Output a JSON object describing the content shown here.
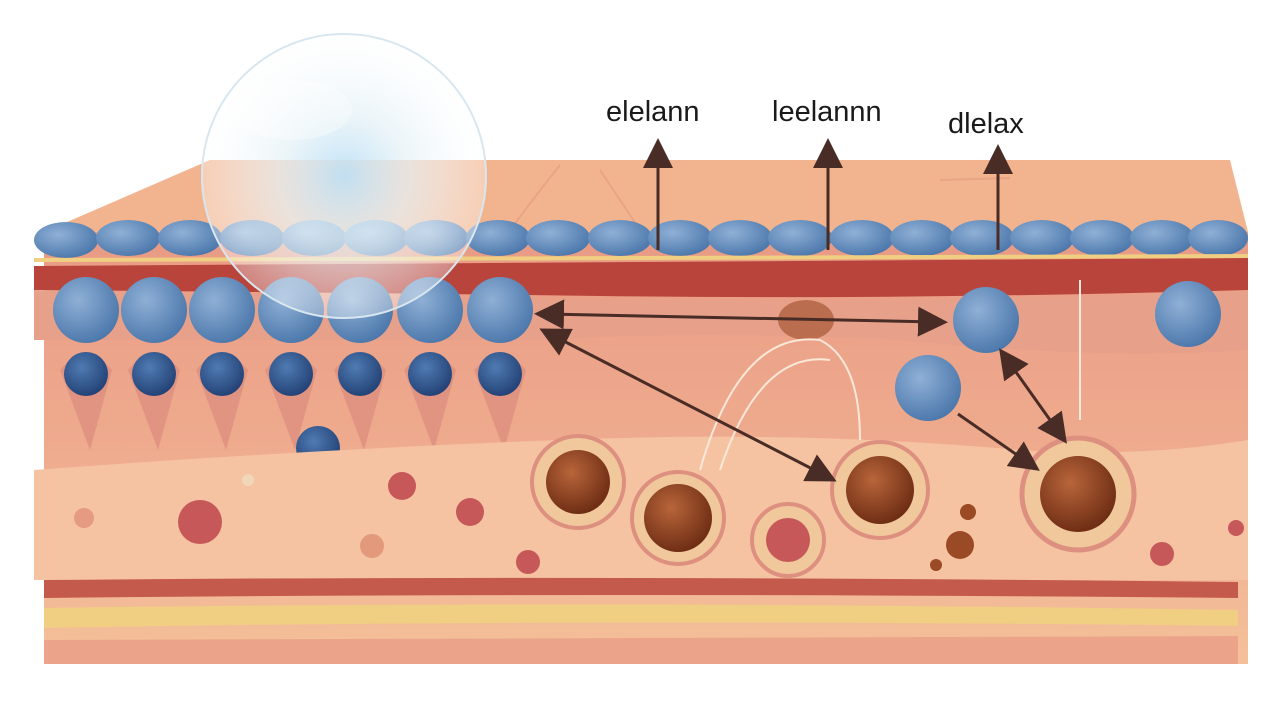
{
  "labels": {
    "label_1": "elelann",
    "label_2": "leelannn",
    "label_3": "dlelax"
  },
  "colors": {
    "background": "#ffffff",
    "skin_surface": "#f2b48f",
    "skin_front": "#eca38a",
    "basal_blue_cell": "#5b86b8",
    "nucleus_dark_blue": "#2f5a93",
    "red_band": "#b8443b",
    "yellow_band": "#f1cf82",
    "melanocyte_brown": "#9a4a24",
    "arrow_dark": "#4a2c26",
    "bubble": "#dfeef8"
  }
}
